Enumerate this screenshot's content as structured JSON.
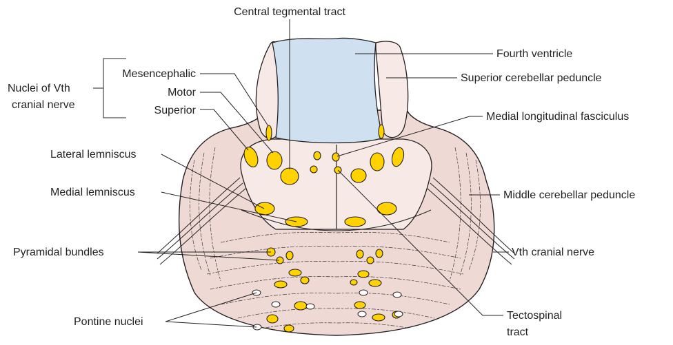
{
  "labels": {
    "central_tegmental_tract": "Central tegmental tract",
    "fourth_ventricle": "Fourth ventricle",
    "superior_cerebellar_peduncle": "Superior cerebellar peduncle",
    "nuclei_vth_line1": "Nuclei of Vth",
    "nuclei_vth_line2": "cranial nerve",
    "mesencephalic": "Mesencephalic",
    "motor": "Motor",
    "superior": "Superior",
    "medial_longitudinal_fasciculus": "Medial longitudinal fasciculus",
    "lateral_lemniscus": "Lateral lemniscus",
    "medial_lemniscus": "Medial lemniscus",
    "middle_cerebellar_peduncle": "Middle cerebellar peduncle",
    "pyramidal_bundles": "Pyramidal bundles",
    "vth_cranial_nerve": "Vth cranial nerve",
    "pontine_nuclei": "Pontine nuclei",
    "tectospinal_line1": "Tectospinal",
    "tectospinal_line2": "tract"
  },
  "colors": {
    "pons_fill": "#efd9d4",
    "ventricle_fill": "#cfe1f1",
    "nucleus_fill": "#ffd200",
    "outline": "#231f20"
  }
}
